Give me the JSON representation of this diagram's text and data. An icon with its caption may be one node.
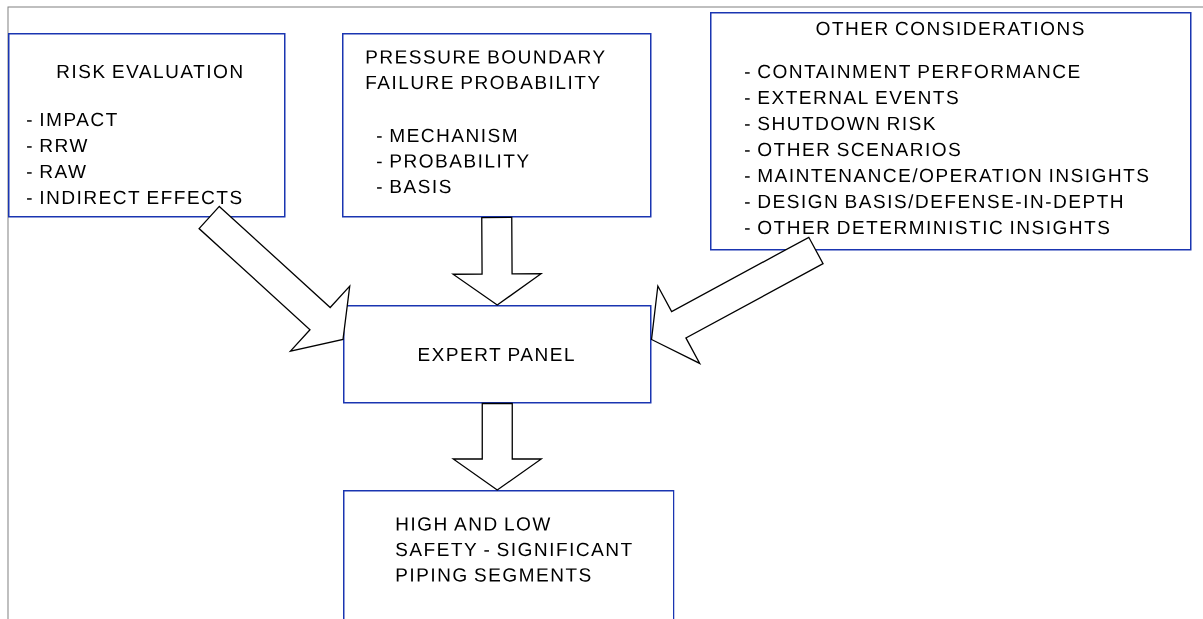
{
  "diagram": {
    "nodes": [
      {
        "text": [
          "RISK EVALUATION",
          "- IMPACT",
          "- RRW",
          "- RAW",
          "- INDIRECT EFFECTS"
        ]
      },
      {
        "text": [
          "PRESSURE BOUNDARY FAILURE PROBABILITY",
          "- MECHANISM",
          "- PROBABILITY",
          "- BASIS"
        ]
      },
      {
        "text": [
          "OTHER CONSIDERATIONS",
          "- CONTAINMENT PERFORMANCE",
          "- EXTERNAL EVENTS",
          "- SHUTDOWN RISK",
          "- OTHER SCENARIOS",
          "- MAINTENANCE/OPERATION INSIGHTS",
          "- DESIGN BASIS/DEFENSE-IN-DEPTH",
          "- OTHER DETERMINISTIC INSIGHTS"
        ]
      },
      {
        "text": [
          "EXPERT PANEL"
        ]
      },
      {
        "text": [
          "HIGH AND LOW SAFETY - SIGNIFICANT PIPING SEGMENTS"
        ]
      }
    ],
    "edges": [
      {
        "from": 0,
        "to": 3,
        "arrow": "to"
      },
      {
        "from": 1,
        "to": 3,
        "arrow": "to"
      },
      {
        "from": 2,
        "to": 3,
        "arrow": "to"
      },
      {
        "from": 3,
        "to": 4,
        "arrow": "to"
      }
    ]
  }
}
